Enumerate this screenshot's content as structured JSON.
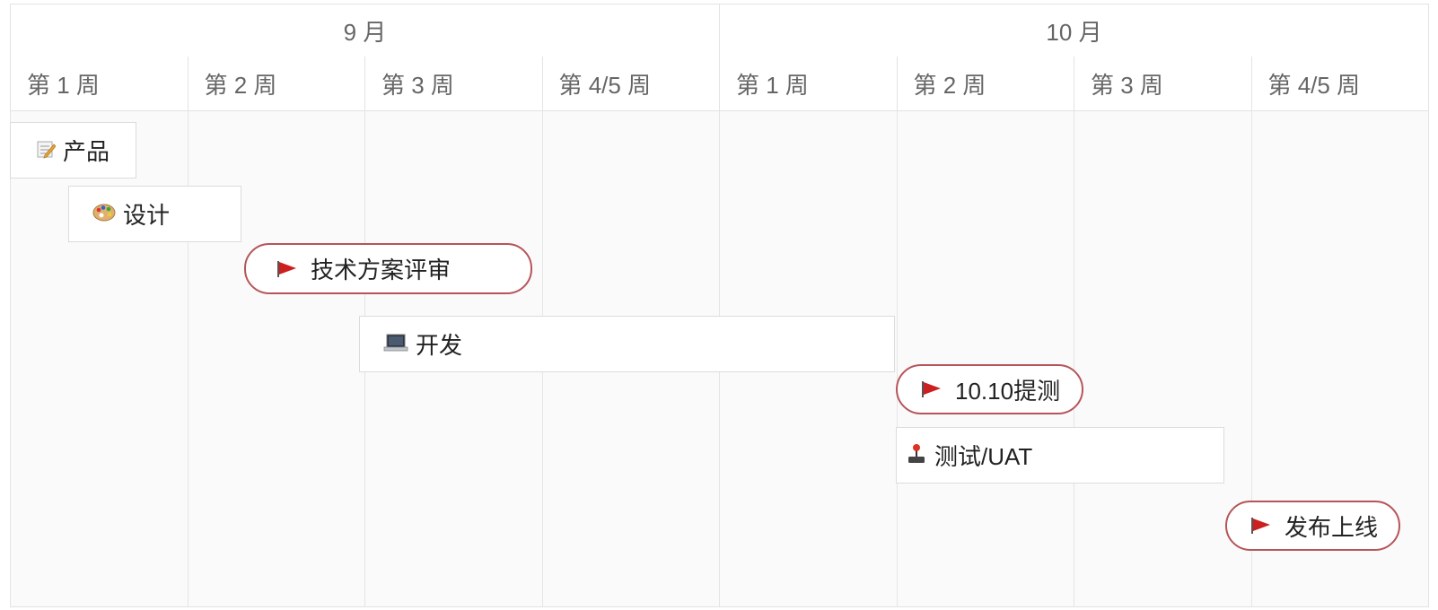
{
  "months": [
    {
      "label": "9 月"
    },
    {
      "label": "10 月"
    }
  ],
  "weeks": [
    {
      "label": "第 1 周"
    },
    {
      "label": "第 2 周"
    },
    {
      "label": "第 3 周"
    },
    {
      "label": "第 4/5 周"
    },
    {
      "label": "第 1 周"
    },
    {
      "label": "第 2 周"
    },
    {
      "label": "第 3 周"
    },
    {
      "label": "第 4/5 周"
    }
  ],
  "tasks": {
    "product": {
      "label": "产品",
      "icon": "memo-icon"
    },
    "design": {
      "label": "设计",
      "icon": "palette-icon"
    },
    "tech_review": {
      "label": "技术方案评审",
      "icon": "red-flag-icon",
      "kind": "milestone"
    },
    "development": {
      "label": "开发",
      "icon": "laptop-icon"
    },
    "test_submit": {
      "label": "10.10提测",
      "icon": "red-flag-icon",
      "kind": "milestone"
    },
    "testing": {
      "label": "测试/UAT",
      "icon": "joystick-icon"
    },
    "release": {
      "label": "发布上线",
      "icon": "red-flag-icon",
      "kind": "milestone"
    }
  },
  "colors": {
    "milestone_border": "#b5555a",
    "flag": "#cc1f1f",
    "grid_line": "#e5e5e5",
    "header_text": "#666666"
  }
}
